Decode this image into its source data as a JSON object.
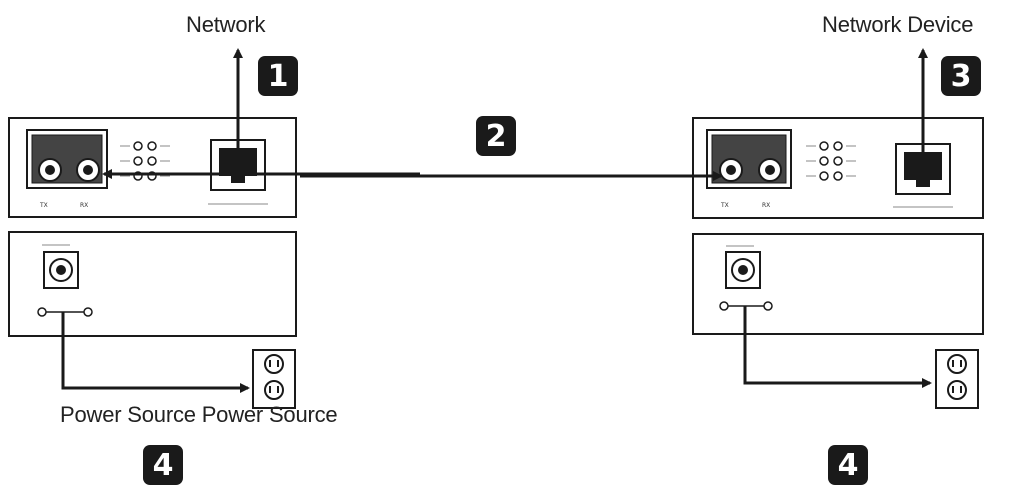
{
  "labels": {
    "network": "Network",
    "network_device": "Network Device",
    "power_source": "Power Source Power Source"
  },
  "steps": {
    "one": "1",
    "two": "2",
    "three": "3",
    "four_left": "4",
    "four_right": "4"
  },
  "ports": {
    "left_tx": "TX",
    "left_rx": "RX",
    "right_tx": "TX",
    "right_rx": "RX"
  },
  "colors": {
    "ink": "#1a1a1a",
    "background": "#ffffff"
  }
}
